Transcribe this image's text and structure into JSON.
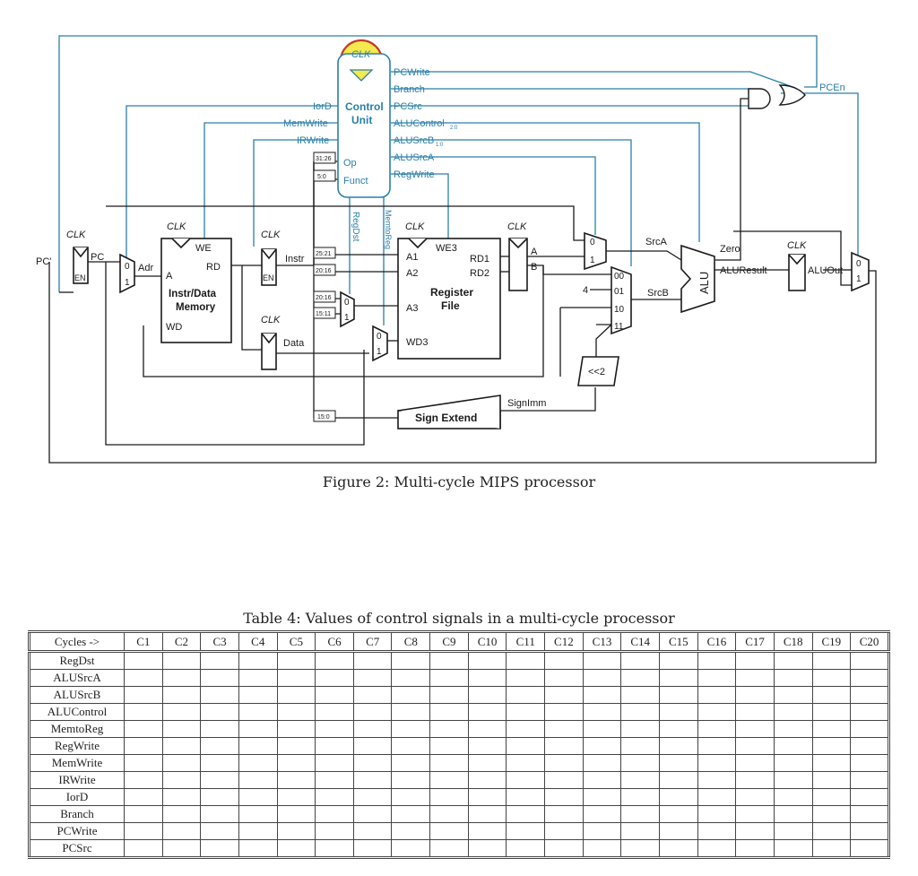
{
  "figure": {
    "caption": "Figure 2: Multi-cycle MIPS processor",
    "labels": {
      "clk": "CLK",
      "control_unit_1": "Control",
      "control_unit_2": "Unit",
      "op": "Op",
      "funct": "Funct",
      "pcwrite": "PCWrite",
      "branch": "Branch",
      "pcsrc": "PCSrc",
      "alucontrol": "ALUControl",
      "alucontrol_sub": "2:0",
      "alusrcb": "ALUSrcB",
      "alusrcb_sub": "1:0",
      "alusrca": "ALUSrcA",
      "regwrite": "RegWrite",
      "iord": "IorD",
      "memwrite": "MemWrite",
      "irwrite": "IRWrite",
      "regdst": "RegDst",
      "memtoreg": "MemtoReg",
      "pcen": "PCEn",
      "pc_prime": "PC'",
      "pc": "PC",
      "en": "EN",
      "adr": "Adr",
      "we": "WE",
      "a": "A",
      "rd": "RD",
      "wd": "WD",
      "mem_1": "Instr/Data",
      "mem_2": "Memory",
      "instr": "Instr",
      "data": "Data",
      "b31_26": "31:26",
      "b5_0": "5:0",
      "b25_21": "25:21",
      "b20_16": "20:16",
      "b20_16b": "20:16",
      "b15_11": "15:11",
      "b15_0": "15:0",
      "a1": "A1",
      "a2": "A2",
      "a3": "A3",
      "wd3": "WD3",
      "we3": "WE3",
      "rd1": "RD1",
      "rd2": "RD2",
      "rf_1": "Register",
      "rf_2": "File",
      "ra": "A",
      "rb": "B",
      "srca": "SrcA",
      "srcb": "SrcB",
      "four": "4",
      "m00": "00",
      "m01": "01",
      "m10": "10",
      "m11": "11",
      "shift": "<<2",
      "zero": "Zero",
      "alu": "ALU",
      "aluresult": "ALUResult",
      "aluout": "ALUOut",
      "signimm": "SignImm",
      "signext": "Sign Extend",
      "zero_in": "0",
      "one_in": "1"
    }
  },
  "table": {
    "caption": "Table 4: Values of control signals in a multi-cycle processor",
    "corner": "Cycles ->",
    "columns": [
      "C1",
      "C2",
      "C3",
      "C4",
      "C5",
      "C6",
      "C7",
      "C8",
      "C9",
      "C10",
      "C11",
      "C12",
      "C13",
      "C14",
      "C15",
      "C16",
      "C17",
      "C18",
      "C19",
      "C20"
    ],
    "rows": [
      "RegDst",
      "ALUSrcA",
      "ALUSrcB",
      "ALUControl",
      "MemtoReg",
      "RegWrite",
      "MemWrite",
      "IRWrite",
      "IorD",
      "Branch",
      "PCWrite",
      "PCSrc"
    ]
  }
}
